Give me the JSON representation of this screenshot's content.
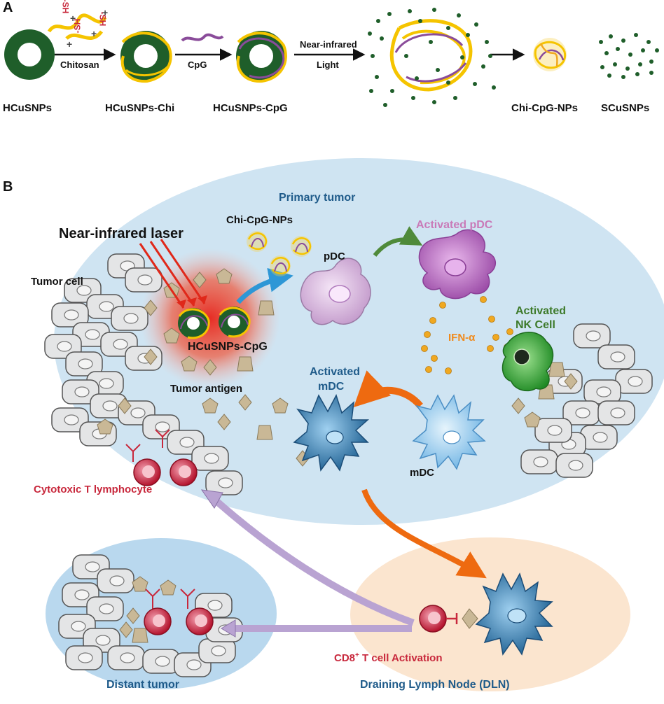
{
  "panels": {
    "a": "A",
    "b": "B"
  },
  "panel_a": {
    "sh_marks": [
      "-SH",
      "-SH",
      "-SH"
    ],
    "charges": [
      "+",
      "+",
      "+",
      "+"
    ],
    "arrow_labels": {
      "chitosan": "Chitosan",
      "cpg": "CpG",
      "nir_line1": "Near-infrared",
      "nir_line2": "Light"
    },
    "names": [
      "HCuSNPs",
      "HCuSNPs-Chi",
      "HCuSNPs-CpG",
      "Chi-CpG-NPs",
      "SCuSNPs"
    ]
  },
  "panel_b": {
    "primary_tumor": "Primary tumor",
    "chi_cpg_nps": "Chi-CpG-NPs",
    "activated_pdc": "Activated pDC",
    "nir_laser": "Near-infrared laser",
    "tumor_cell": "Tumor cell",
    "pdc": "pDC",
    "activated_nk_line1": "Activated",
    "activated_nk_line2": "NK Cell",
    "ifn": "IFN-α",
    "hcusnps_cpg": "HCuSNPs-CpG",
    "activated_mdc_line1": "Activated",
    "activated_mdc_line2": "mDC",
    "tumor_antigen": "Tumor antigen",
    "mdc": "mDC",
    "ctl": "Cytotoxic T lymphocyte",
    "cd8_prefix": "CD8",
    "cd8_sup": "+",
    "cd8_suffix": " T cell Activation",
    "distant_tumor": "Distant tumor",
    "dln": "Draining Lymph Node (DLN)"
  },
  "colors": {
    "tumor_bg": "#cfe4f2",
    "dln_bg": "#fbe5cf",
    "distant_bg": "#b9d8ee",
    "nanoparticle_green": "#1f5e2a",
    "chitosan_yellow": "#f5c400",
    "cpg_purple": "#8a4c9a",
    "laser_red": "#e02a1a",
    "pdc_pink": "#c99ad0",
    "nk_green": "#2c9a2c",
    "dc_blue": "#2a6fa0",
    "tcell_red": "#c8283c",
    "antigen_tan": "#c9b896",
    "orange_arrow": "#ee6a10",
    "purple_arrow": "#b9a3d2"
  }
}
